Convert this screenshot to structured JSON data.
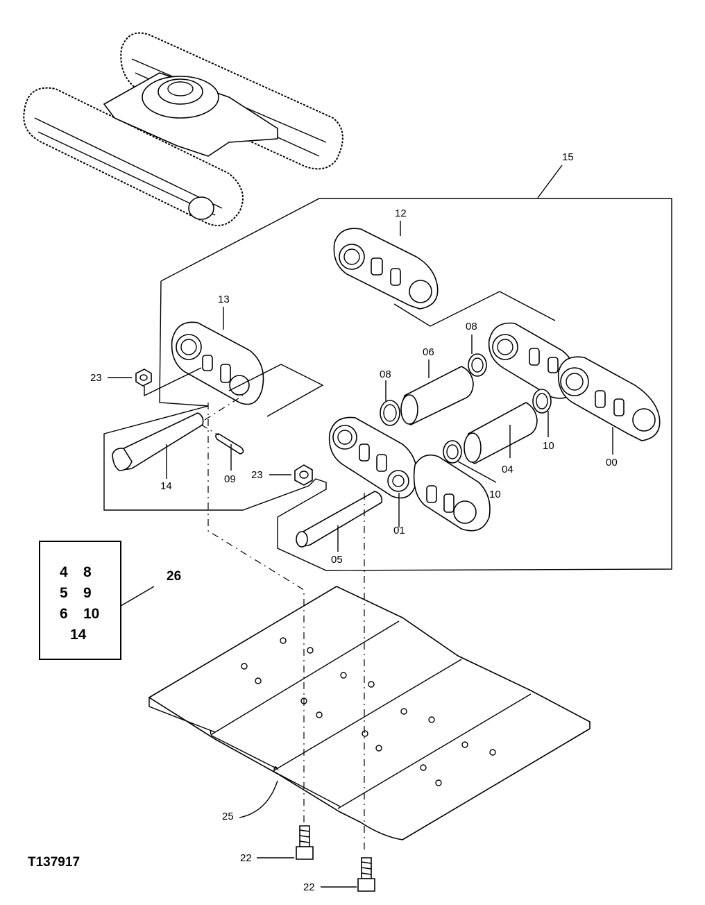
{
  "figure_id": "T137917",
  "callouts": {
    "c15": "15",
    "c12": "12",
    "c13": "13",
    "c08a": "08",
    "c08b": "08",
    "c06": "06",
    "c23a": "23",
    "c23b": "23",
    "c09": "09",
    "c14": "14",
    "c10a": "10",
    "c10b": "10",
    "c04": "04",
    "c00": "00",
    "c01": "01",
    "c05": "05",
    "c26": "26",
    "c25": "25",
    "c22a": "22",
    "c22b": "22"
  },
  "kit_box": {
    "rows": [
      [
        "4",
        "8"
      ],
      [
        "5",
        "9"
      ],
      [
        "6",
        "10"
      ],
      [
        "14"
      ]
    ]
  }
}
